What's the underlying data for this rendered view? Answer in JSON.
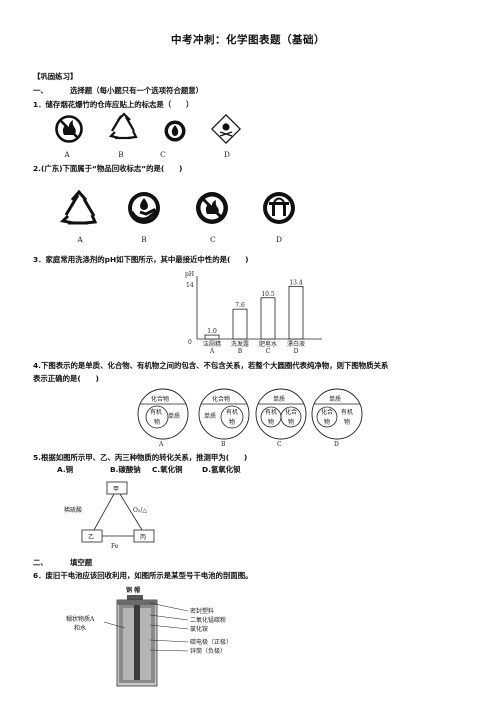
{
  "title": "中考冲刺：化学图表题（基础）",
  "section_consolidate": "【巩固练习】",
  "part1": {
    "num": "一、",
    "text": "选择题（每小题只有一个选项符合题意）"
  },
  "q1": {
    "text": "1．储存烟花爆竹的仓库应贴上的标志是（　　）",
    "options": [
      "A",
      "B",
      "C",
      "D"
    ]
  },
  "q2": {
    "text": "2.(广东)下面属于“物品回收标志”的是(　　)",
    "options": [
      "A",
      "B",
      "C",
      "D"
    ]
  },
  "q3": {
    "text": "3．家庭常用洗涤剂的pH如下图所示，其中最接近中性的是(　　)",
    "chart_data": {
      "type": "bar",
      "ylabel": "pH",
      "yticks": [
        "0",
        "14"
      ],
      "categories": [
        "洁厕精",
        "洗发露",
        "肥皂水",
        "漂白液"
      ],
      "category_letters": [
        "A",
        "B",
        "C",
        "D"
      ],
      "values": [
        1.0,
        7.6,
        10.5,
        13.4
      ],
      "value_labels": [
        "1.0",
        "7.6",
        "10.5",
        "13.4"
      ],
      "ylim": [
        0,
        14
      ]
    }
  },
  "q4": {
    "text_line1": "4.下图表示的是单质、化合物、有机物之间的包含、不包含关系，若整个大圆圈代表纯净物，则下图物质关系",
    "text_line2": "表示正确的是(　　)",
    "diagrams": [
      {
        "top": "化合物",
        "inner_a": "有机",
        "inner_b": "物",
        "side": "单质",
        "letter": "A"
      },
      {
        "top": "化合物",
        "side": "单质",
        "inner_a": "有机",
        "inner_b": "物",
        "letter": "B"
      },
      {
        "top": "单质",
        "inner_a": "有机",
        "inner_b": "物",
        "side_a": "化合",
        "side_b": "物",
        "letter": "C"
      },
      {
        "top": "单质",
        "inner_a": "化合",
        "inner_b": "物",
        "side_a": "有机",
        "side_b": "物",
        "letter": "D"
      }
    ]
  },
  "q5": {
    "text": "5.根据如图所示甲、乙、丙三种物质的转化关系，推测甲为(　　)",
    "options": [
      "A.铜",
      "B.碳酸钠",
      "C.氧化铜",
      "D.氢氧化钡"
    ],
    "diagram": {
      "jia": "甲",
      "yi": "乙",
      "bing": "丙",
      "acid": "稀硫酸",
      "o2": "O₂/△",
      "fe": "Fe"
    }
  },
  "part2": {
    "num": "二、",
    "text": "填空题"
  },
  "q6": {
    "text": "6．废旧干电池应该回收利用，如图所示是某型号干电池的剖面图。",
    "battery": {
      "cap": "铜 帽",
      "left_label_1": "糊状物质A",
      "left_label_2": "和水",
      "right_labels": [
        "密封塑料",
        "二氧化锰碳粉",
        "氯化铵",
        "碳电极（正极）",
        "锌筒（负极）"
      ]
    }
  }
}
